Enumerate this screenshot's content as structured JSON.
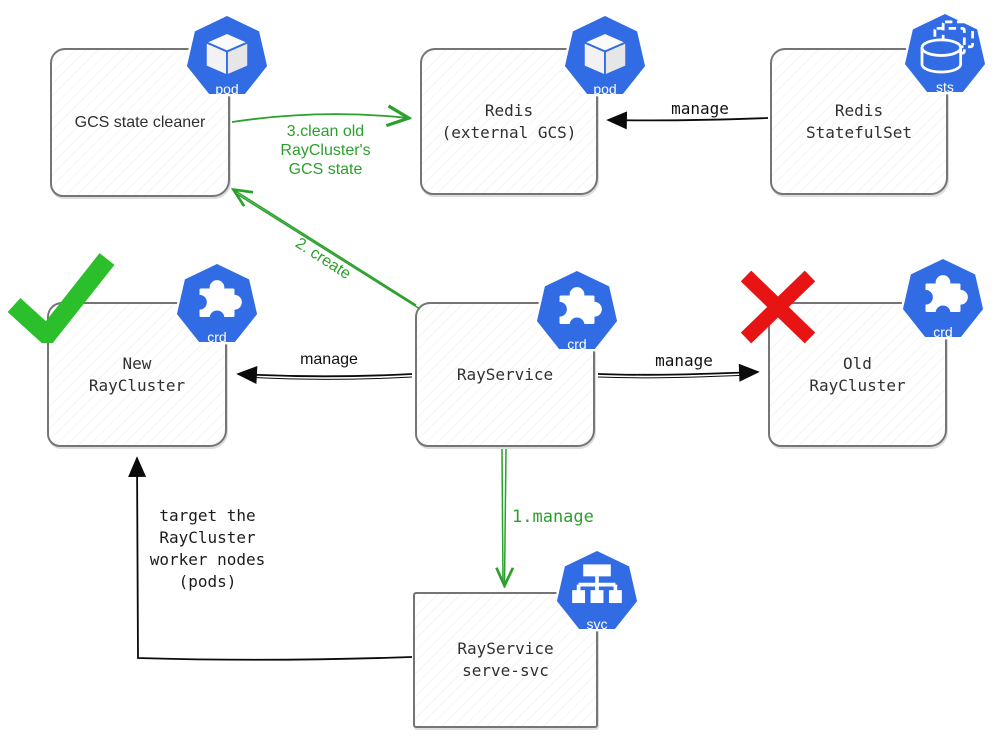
{
  "nodes": {
    "gcs_cleaner": {
      "label": "GCS state cleaner",
      "badge": "pod"
    },
    "redis": {
      "line1": "Redis",
      "line2": "(external GCS)",
      "badge": "pod"
    },
    "redis_statefulset": {
      "line1": "Redis",
      "line2": "StatefulSet",
      "badge": "sts"
    },
    "new_raycluster": {
      "line1": "New",
      "line2": "RayCluster",
      "badge": "crd",
      "status": "check"
    },
    "rayservice": {
      "label": "RayService",
      "badge": "crd"
    },
    "old_raycluster": {
      "line1": "Old",
      "line2": "RayCluster",
      "badge": "crd",
      "status": "cross"
    },
    "serve_svc": {
      "line1": "RayService",
      "line2": "serve-svc",
      "badge": "svc"
    }
  },
  "edges": {
    "clean_old": {
      "line1": "3.clean old",
      "line2": "RayCluster's",
      "line3": "GCS state"
    },
    "manage_redis": {
      "label": "manage"
    },
    "create": {
      "label": "2. create"
    },
    "manage_new": {
      "label": "manage"
    },
    "manage_old": {
      "label": "manage"
    },
    "manage_serve": {
      "label": "1.manage"
    },
    "target_note": {
      "line1": "target the",
      "line2": "RayCluster",
      "line3": "worker nodes",
      "line4": "(pods)"
    }
  },
  "colors": {
    "kubernetes_blue": "#326ce5",
    "arrow_green": "#2ca02c",
    "check_green": "#2bc02b",
    "cross_red": "#e81313",
    "border_gray": "#757575"
  }
}
